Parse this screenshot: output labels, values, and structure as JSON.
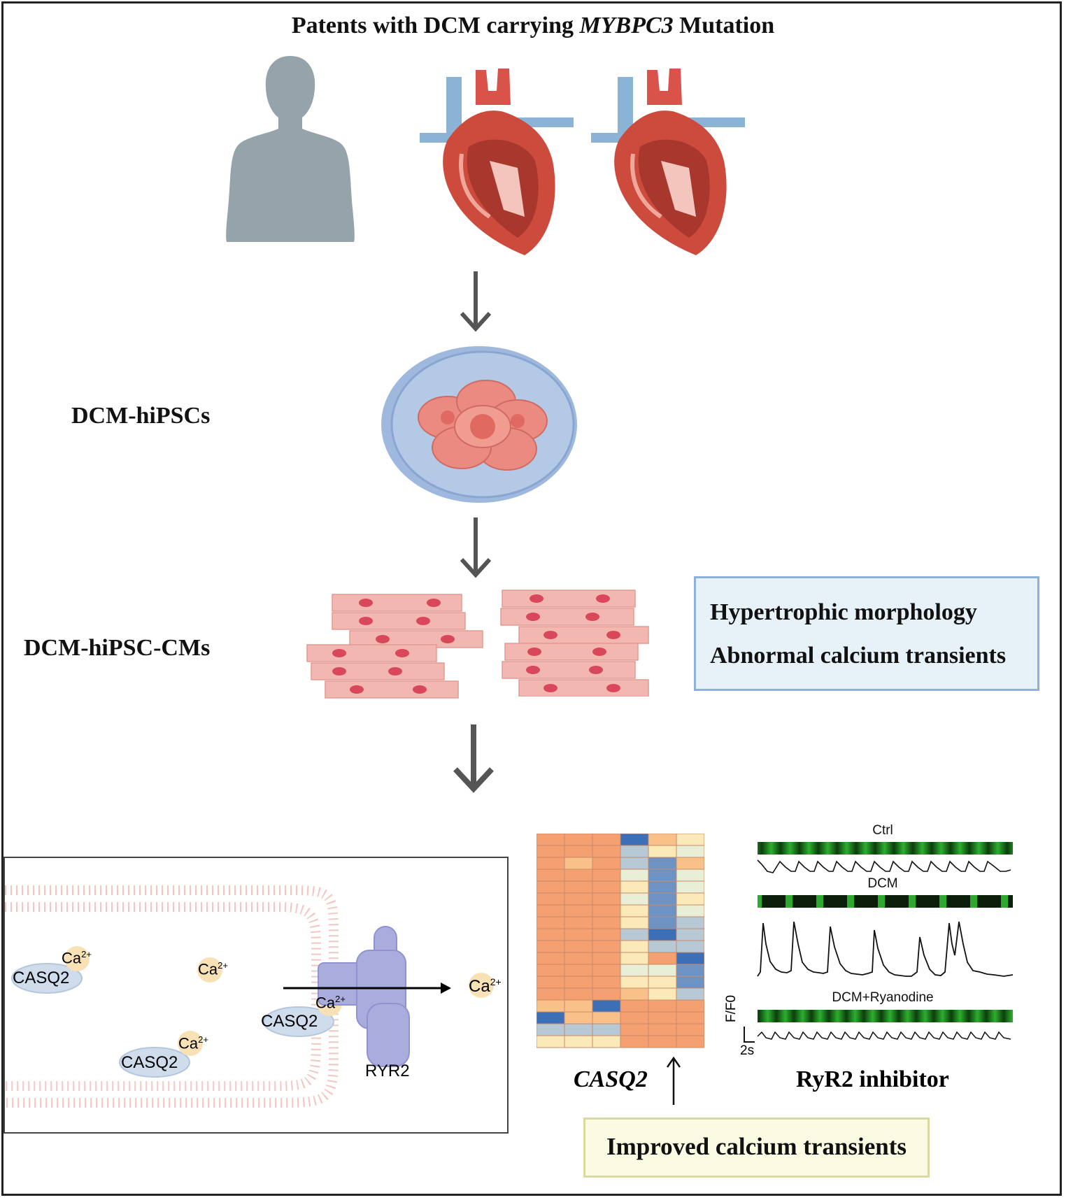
{
  "title": {
    "prefix": "Patents with DCM carrying ",
    "gene": "MYBPC3",
    "suffix": " Mutation"
  },
  "steps": {
    "hipsc": "DCM-hiPSCs",
    "cm": "DCM-hiPSC-CMs"
  },
  "phenotype_box": {
    "line1": "Hypertrophic morphology",
    "line2": "Abnormal calcium transients"
  },
  "mechanism": {
    "casq2": "CASQ2",
    "ca": "Ca",
    "ca_sup": "2+",
    "ryr2": "RYR2"
  },
  "heatmap": {
    "gene_label": "CASQ2",
    "colors": {
      "high": "#f4a070",
      "mid_high": "#f9c08a",
      "neutral": "#fbeab8",
      "pale": "#e8efd6",
      "mid_low": "#b8c9d6",
      "low": "#6d93c4",
      "deep": "#3d6fb6"
    }
  },
  "traces": {
    "ctrl": "Ctrl",
    "dcm": "DCM",
    "dcm_ry": "DCM+Ryanodine",
    "y_scale": "F/F0",
    "x_scale": "2s",
    "caption": "RyR2 inhibitor"
  },
  "outcome": "Improved calcium transients"
}
